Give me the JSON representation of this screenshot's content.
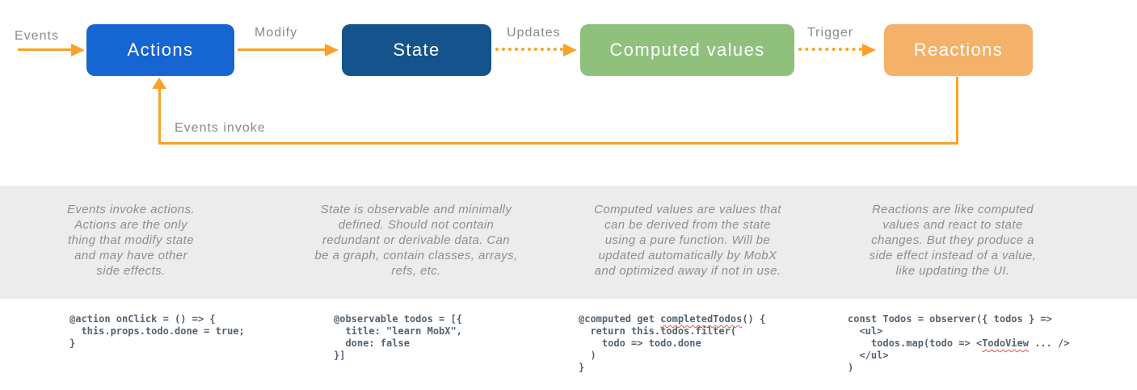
{
  "flow": {
    "input_label": "Events",
    "nodes": [
      {
        "id": "actions",
        "label": "Actions",
        "color": "#1565d2"
      },
      {
        "id": "state",
        "label": "State",
        "color": "#15538c"
      },
      {
        "id": "computed",
        "label": "Computed values",
        "color": "#8fc17d"
      },
      {
        "id": "reactions",
        "label": "Reactions",
        "color": "#f4b169"
      }
    ],
    "edges": [
      {
        "label": "Modify",
        "style": "solid"
      },
      {
        "label": "Updates",
        "style": "dotted"
      },
      {
        "label": "Trigger",
        "style": "dotted"
      }
    ],
    "feedback_label": "Events invoke",
    "arrow_color": "#f9a227"
  },
  "descriptions": {
    "actions": "Events invoke actions.\nActions are the only\nthing that modify state\nand may have other\nside effects.",
    "state": "State is observable and minimally\ndefined. Should not contain\nredundant or derivable data. Can\nbe a graph, contain classes, arrays,\nrefs, etc.",
    "computed": "Computed values are values that\ncan be derived from the state\nusing a pure function. Will be\nupdated automatically by MobX\nand optimized away if not in use.",
    "reactions": "Reactions are like computed\nvalues and react to state\nchanges. But they produce a\nside effect instead of a value,\nlike updating the UI."
  },
  "code": {
    "actions": "@action onClick = () => {\n  this.props.todo.done = true;\n}",
    "state": "@observable todos = [{\n  title: \"learn MobX\",\n  done: false\n}]",
    "computed": {
      "before": "@computed get ",
      "misspelled": "completedTodos",
      "after": "() {\n  return this.todos.filter(\n    todo => todo.done\n  )\n}"
    },
    "reactions": {
      "before": "const Todos = observer({ todos } =>\n  <ul>\n    todos.map(todo => <",
      "misspelled": "TodoView",
      "after": " ... />\n  </ul>\n)"
    }
  },
  "colors": {
    "band_background": "#ececec",
    "edge_label_gray": "#8a8a8a",
    "description_gray": "#8e8e93",
    "code_text": "#54626f",
    "spellcheck_squiggle": "#e0524a"
  }
}
